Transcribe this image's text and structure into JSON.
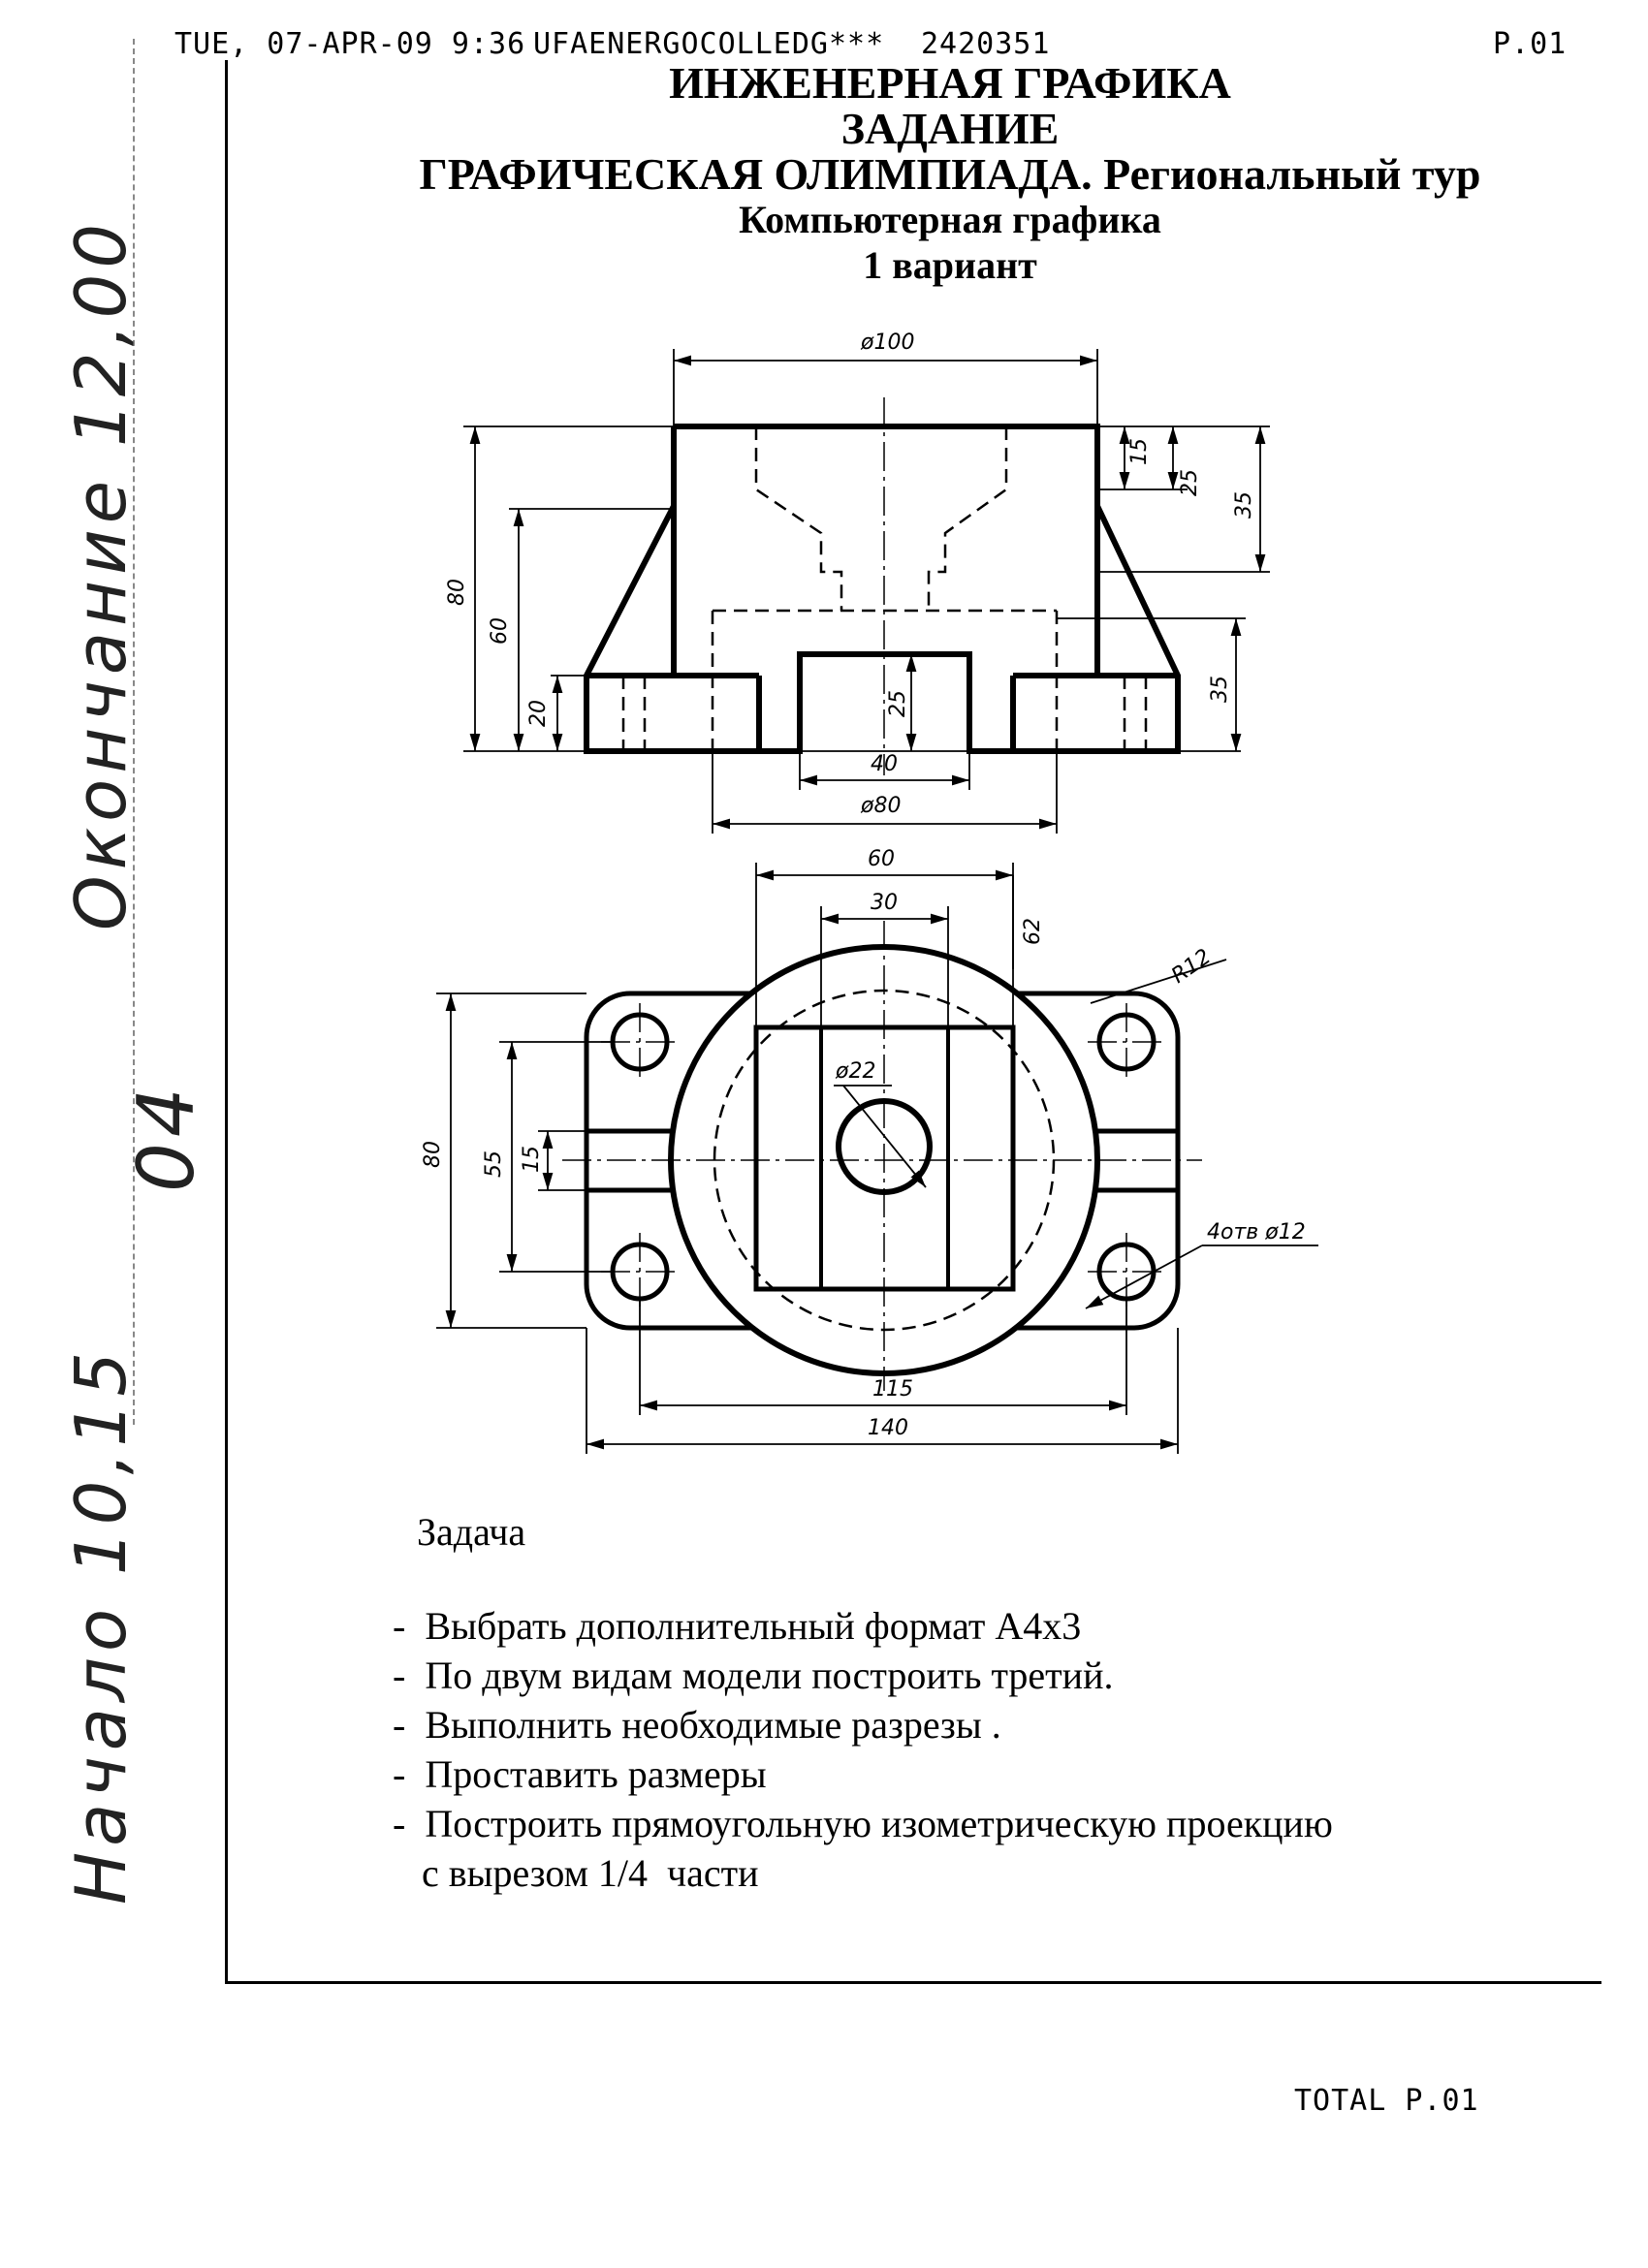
{
  "fax_header": {
    "datetime": "TUE, 07-APR-09  9:36",
    "sender": "UFAENERGOCOLLEDG***",
    "number": "2420351",
    "page": "P.01"
  },
  "title": {
    "line1": "ИНЖЕНЕРНАЯ ГРАФИКА",
    "line2": "ЗАДАНИЕ",
    "line3": "ГРАФИЧЕСКАЯ ОЛИМПИАДА. Региональный тур",
    "line4": "Компьютерная графика",
    "line5": "1 вариант"
  },
  "handwritten": {
    "end_time": "Окончание  12,00",
    "start_time": "Начало 10,15",
    "code": "04"
  },
  "dimensions": {
    "front": {
      "d100": "ø100",
      "d15": "15",
      "d25": "25",
      "d35_top": "35",
      "d80": "80",
      "d60": "60",
      "d20": "20",
      "d25_slot": "25",
      "d40": "40",
      "d80_dia": "ø80",
      "d35_right": "35"
    },
    "top": {
      "d60": "60",
      "d30": "30",
      "d62": "62",
      "r12": "R12",
      "d22": "ø22",
      "holes": "4отв ø12",
      "d80": "80",
      "d55": "55",
      "d15": "15",
      "d115": "115",
      "d140": "140"
    }
  },
  "task": {
    "title": "Задача",
    "items": [
      "-  Выбрать дополнительный формат А4х3",
      "-  По двум видам модели построить третий.",
      "-  Выполнить необходимые разрезы .",
      "-  Проставить размеры",
      "-  Построить прямоугольную изометрическую проекцию",
      "   с вырезом 1/4  части"
    ]
  },
  "footer": {
    "total": "TOTAL P.01"
  }
}
